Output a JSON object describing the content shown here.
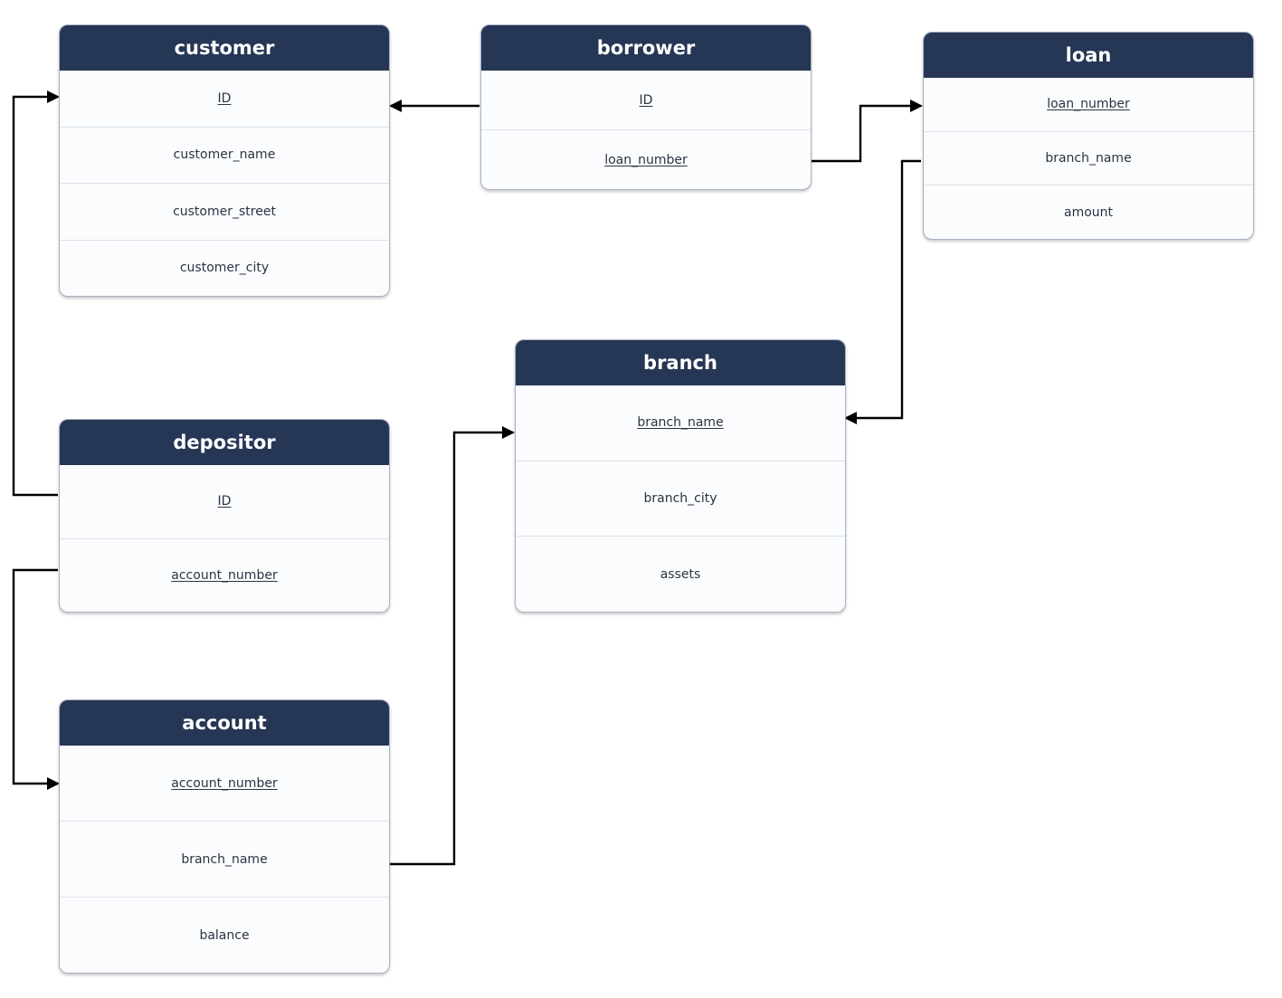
{
  "entities": {
    "customer": {
      "title": "customer",
      "fields": [
        {
          "name": "ID",
          "key": true
        },
        {
          "name": "customer_name",
          "key": false
        },
        {
          "name": "customer_street",
          "key": false
        },
        {
          "name": "customer_city",
          "key": false
        }
      ]
    },
    "borrower": {
      "title": "borrower",
      "fields": [
        {
          "name": "ID",
          "key": true
        },
        {
          "name": "loan_number",
          "key": true
        }
      ]
    },
    "loan": {
      "title": "loan",
      "fields": [
        {
          "name": "loan_number",
          "key": true
        },
        {
          "name": "branch_name",
          "key": false
        },
        {
          "name": "amount",
          "key": false
        }
      ]
    },
    "branch": {
      "title": "branch",
      "fields": [
        {
          "name": "branch_name",
          "key": true
        },
        {
          "name": "branch_city",
          "key": false
        },
        {
          "name": "assets",
          "key": false
        }
      ]
    },
    "depositor": {
      "title": "depositor",
      "fields": [
        {
          "name": "ID",
          "key": true
        },
        {
          "name": "account_number",
          "key": true
        }
      ]
    },
    "account": {
      "title": "account",
      "fields": [
        {
          "name": "account_number",
          "key": true
        },
        {
          "name": "branch_name",
          "key": false
        },
        {
          "name": "balance",
          "key": false
        }
      ]
    }
  },
  "relationships": [
    {
      "from": "borrower.ID",
      "to": "customer.ID"
    },
    {
      "from": "borrower.loan_number",
      "to": "loan.loan_number"
    },
    {
      "from": "loan.branch_name",
      "to": "branch.branch_name"
    },
    {
      "from": "depositor.ID",
      "to": "customer.ID"
    },
    {
      "from": "depositor.account_number",
      "to": "account.account_number"
    },
    {
      "from": "account.branch_name",
      "to": "branch.branch_name"
    }
  ],
  "colors": {
    "header_bg": "#263655",
    "header_text": "#ffffff",
    "body_bg": "#fbfcfd",
    "field_text": "#2b3344",
    "connector": "#000000"
  }
}
